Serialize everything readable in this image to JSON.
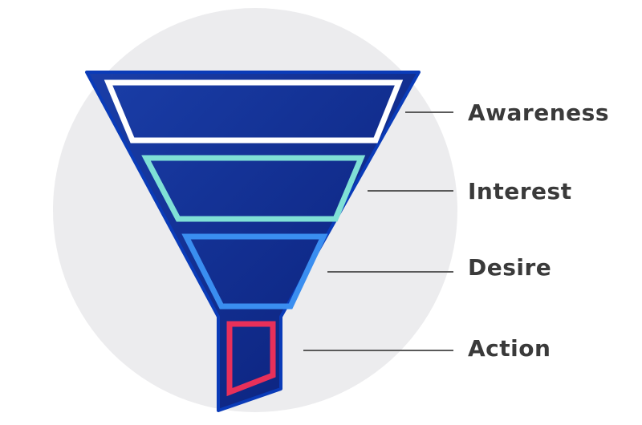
{
  "diagram": {
    "colors": {
      "background_circle": "#ececee",
      "funnel_fill": "#0c2a90",
      "funnel_outline": "#0a3bb8",
      "label_text": "#3a3a3a",
      "leader_line": "#5a5a5a"
    },
    "stages": [
      {
        "label": "Awareness",
        "color": "#ffffff"
      },
      {
        "label": "Interest",
        "color": "#7fe0d6"
      },
      {
        "label": "Desire",
        "color": "#3a8ef0"
      },
      {
        "label": "Action",
        "color": "#e8305a"
      }
    ]
  }
}
